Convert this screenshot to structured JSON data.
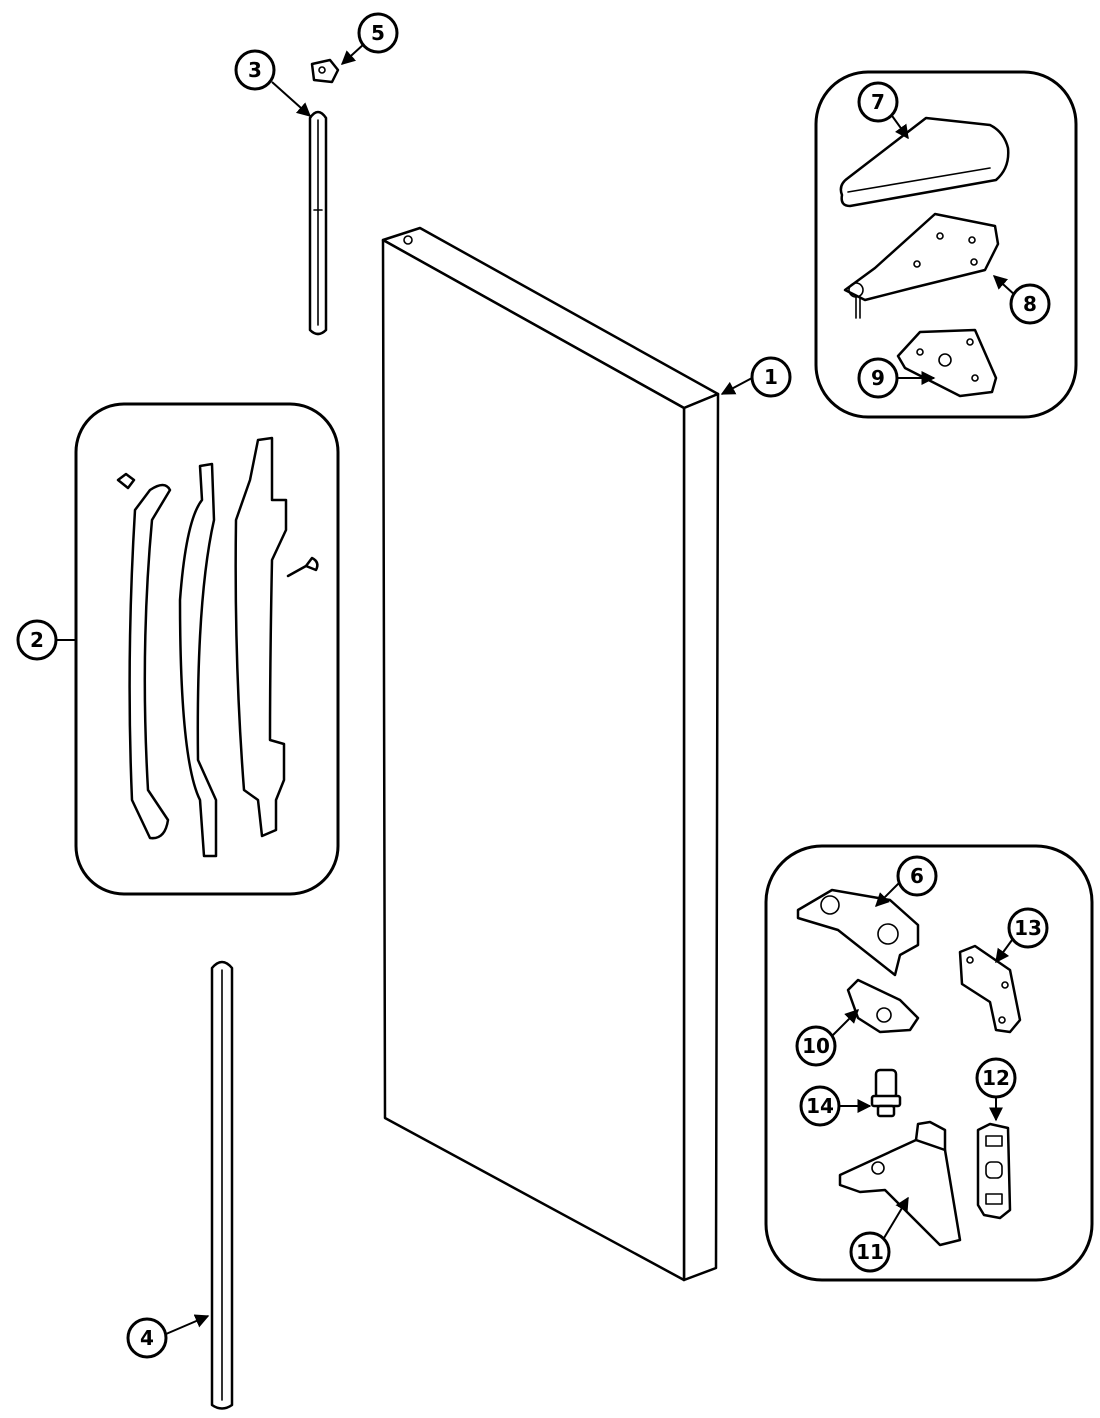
{
  "callouts": {
    "c1": "1",
    "c2": "2",
    "c3": "3",
    "c4": "4",
    "c5": "5",
    "c6": "6",
    "c7": "7",
    "c8": "8",
    "c9": "9",
    "c10": "10",
    "c11": "11",
    "c12": "12",
    "c13": "13",
    "c14": "14"
  },
  "parts": [
    {
      "id": "door-panel",
      "callout": "1"
    },
    {
      "id": "handle-kit",
      "callout": "2"
    },
    {
      "id": "trim-upper",
      "callout": "3"
    },
    {
      "id": "trim-lower",
      "callout": "4"
    },
    {
      "id": "trim-end-cap",
      "callout": "5"
    },
    {
      "id": "lower-hinge",
      "callout": "6"
    },
    {
      "id": "hinge-cover",
      "callout": "7"
    },
    {
      "id": "upper-hinge",
      "callout": "8"
    },
    {
      "id": "hinge-shim",
      "callout": "9"
    },
    {
      "id": "hinge-spacer",
      "callout": "10"
    },
    {
      "id": "hinge-bracket",
      "callout": "11"
    },
    {
      "id": "door-stop",
      "callout": "12"
    },
    {
      "id": "hinge-plate",
      "callout": "13"
    },
    {
      "id": "hinge-pin",
      "callout": "14"
    }
  ]
}
